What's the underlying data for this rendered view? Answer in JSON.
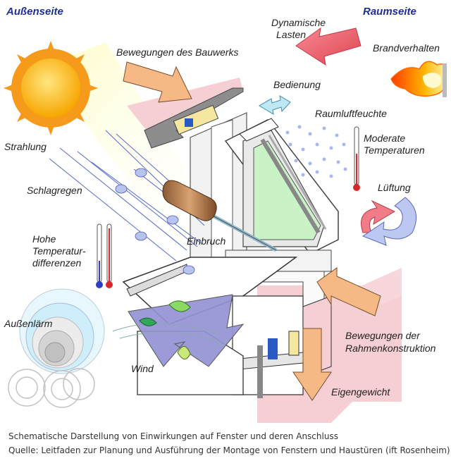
{
  "sides": {
    "outside": "Außenseite",
    "inside": "Raumseite"
  },
  "labels": {
    "dynamische_lasten_1": "Dynamische",
    "dynamische_lasten_2": "Lasten",
    "bewegungen_bauwerk": "Bewegungen des Bauwerks",
    "brandverhalten": "Brandverhalten",
    "bedienung": "Bedienung",
    "raumluftfeuchte": "Raumluftfeuchte",
    "moderate_temp_1": "Moderate",
    "moderate_temp_2": "Temperaturen",
    "strahlung": "Strahlung",
    "schlagregen": "Schlagregen",
    "lueftung": "Lüftung",
    "einbruch": "Einbruch",
    "hohe_temp_1": "Hohe",
    "hohe_temp_2": "Temperatur-",
    "hohe_temp_3": "differenzen",
    "aussenlaerm": "Außenlärm",
    "wind": "Wind",
    "bewegungen_rahmen_1": "Bewegungen der",
    "bewegungen_rahmen_2": "Rahmenkonstruktion",
    "eigengewicht": "Eigengewicht"
  },
  "caption": {
    "line1": "Schematische Darstellung von Einwirkungen auf Fenster und deren Anschluss",
    "line2": "Quelle: Leitfaden zur Planung und Ausführung der Montage von Fenstern und Haustüren (ift Rosenheim)"
  },
  "colors": {
    "side_label": "#1f2f8f",
    "arrow_orange": "#f6b986",
    "arrow_red": "#ec6672",
    "glass_green": "#c9f3c6",
    "wall_pink": "#f5cfd3",
    "sun_orange": "#f59a1a"
  }
}
